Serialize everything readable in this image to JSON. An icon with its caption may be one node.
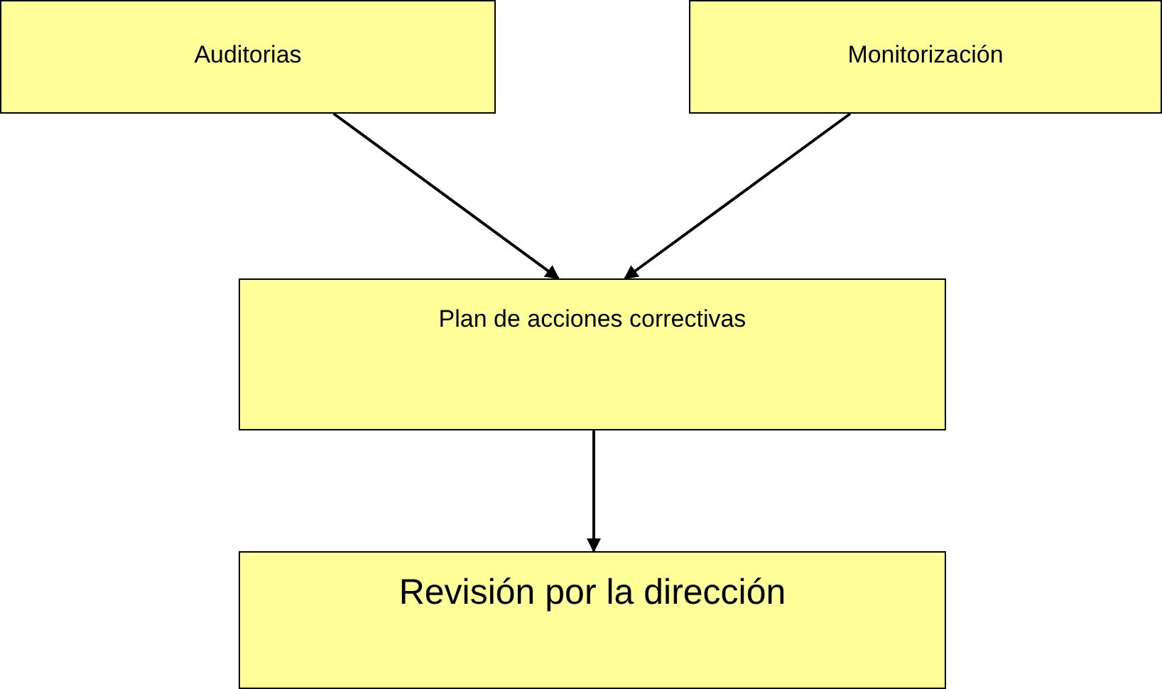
{
  "diagram": {
    "nodes": [
      {
        "text": [
          "Auditorias"
        ]
      },
      {
        "text": [
          "Monitorización"
        ]
      },
      {
        "text": [
          "Plan de acciones correctivas"
        ]
      },
      {
        "text": [
          "Revisión por la dirección"
        ]
      }
    ],
    "edges": [
      {
        "from": 0,
        "to": 2,
        "arrow": "to"
      },
      {
        "from": 1,
        "to": 2,
        "arrow": "to"
      },
      {
        "from": 2,
        "to": 3,
        "arrow": "to"
      }
    ]
  }
}
